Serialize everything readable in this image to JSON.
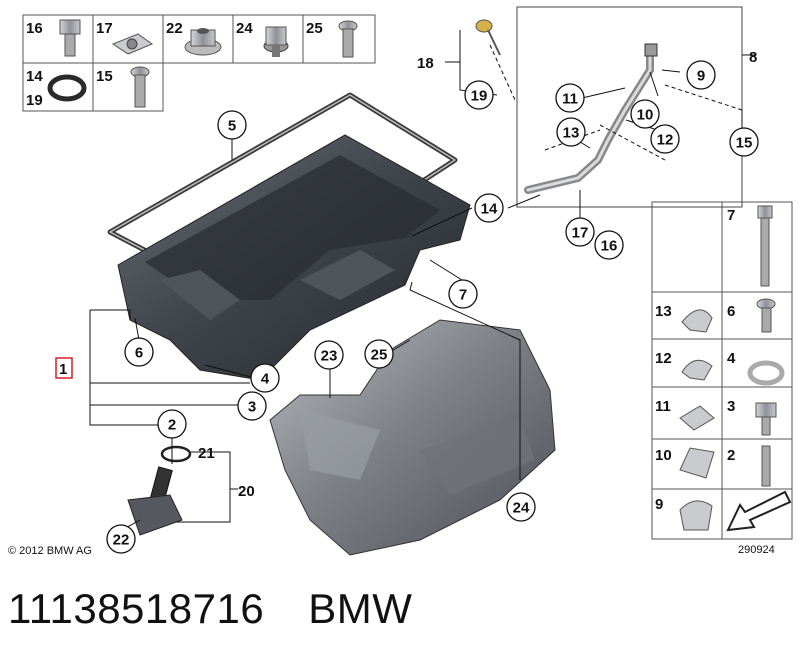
{
  "callouts": [
    {
      "id": "c-5",
      "text": "5"
    },
    {
      "id": "c-6",
      "text": "6"
    },
    {
      "id": "c-4",
      "text": "4"
    },
    {
      "id": "c-3",
      "text": "3"
    },
    {
      "id": "c-2",
      "text": "2"
    },
    {
      "id": "c-22",
      "text": "22"
    },
    {
      "id": "c-23",
      "text": "23"
    },
    {
      "id": "c-25",
      "text": "25"
    },
    {
      "id": "c-24",
      "text": "24"
    },
    {
      "id": "c-7",
      "text": "7"
    },
    {
      "id": "c-14",
      "text": "14"
    },
    {
      "id": "c-17",
      "text": "17"
    },
    {
      "id": "c-16",
      "text": "16"
    },
    {
      "id": "c-11",
      "text": "11"
    },
    {
      "id": "c-13",
      "text": "13"
    },
    {
      "id": "c-10",
      "text": "10"
    },
    {
      "id": "c-12",
      "text": "12"
    },
    {
      "id": "c-9",
      "text": "9"
    },
    {
      "id": "c-15",
      "text": "15"
    },
    {
      "id": "c-19",
      "text": "19"
    }
  ],
  "group_labels": {
    "one": "1",
    "eight": "8",
    "eighteen": "18",
    "twenty": "20",
    "twentyone": "21"
  },
  "parts_grid_top": [
    "16",
    "17",
    "22",
    "24",
    "25",
    "14",
    "19",
    "15"
  ],
  "parts_grid_right": [
    "7",
    "13",
    "6",
    "12",
    "4",
    "11",
    "3",
    "10",
    "2",
    "9"
  ],
  "copyright": "© 2012 BMW AG",
  "diagram_number": "290924",
  "part_number": "11138518716",
  "brand": "BMW"
}
